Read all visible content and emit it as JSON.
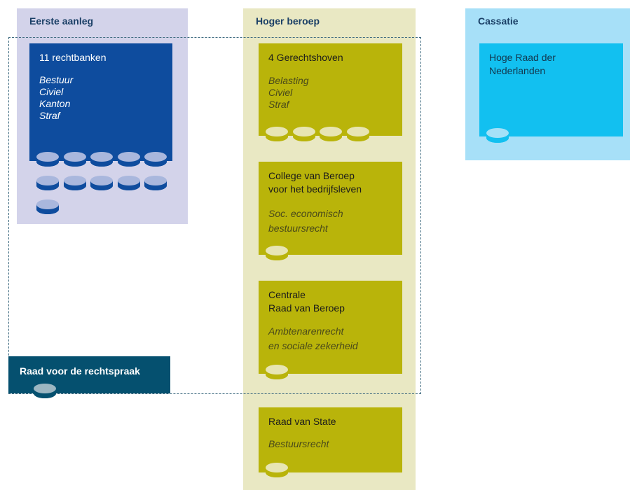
{
  "colors": {
    "first_bg": "#d3d3ea",
    "first_box": "#0e4c9e",
    "first_coin_top": "#a9b7dd",
    "first_coin_side": "#0e4c9e",
    "appeal_bg": "#e9e8c3",
    "appeal_box": "#b9b40a",
    "appeal_coin_top": "#e7e5b3",
    "cass_bg": "#a7e0f8",
    "cass_box": "#12c0f0",
    "cass_coin_top": "#a4e1f8",
    "raad_box": "#05506f",
    "raad_coin_top": "#9cb6c2",
    "dash": "#3f6b80",
    "title_color": "#1a3f66"
  },
  "columns": {
    "first": {
      "title": "Eerste aanleg"
    },
    "appeal": {
      "title": "Hoger beroep"
    },
    "cassation": {
      "title": "Cassatie"
    }
  },
  "first_instance": {
    "title": "11 rechtbanken",
    "sectors": [
      "Bestuur",
      "Civiel",
      "Kanton",
      "Straf"
    ],
    "court_count": 11
  },
  "appeal_courts": [
    {
      "title": [
        "4 Gerechtshoven"
      ],
      "sub": [
        "Belasting",
        "Civiel",
        "Straf"
      ],
      "court_count": 4
    },
    {
      "title": [
        "College van Beroep",
        "voor het bedrijfsleven"
      ],
      "sub": [
        "Soc. economisch",
        "bestuursrecht"
      ],
      "court_count": 1
    },
    {
      "title": [
        "Centrale",
        "Raad van Beroep"
      ],
      "sub": [
        "Ambtenarenrecht",
        "en sociale zekerheid"
      ],
      "court_count": 1
    },
    {
      "title": [
        "Raad van State"
      ],
      "sub": [
        "Bestuursrecht"
      ],
      "court_count": 1
    }
  ],
  "cassation": {
    "title": [
      "Hoge Raad der",
      "Nederlanden"
    ],
    "court_count": 1
  },
  "council": {
    "title": "Raad voor de rechtspraak"
  }
}
